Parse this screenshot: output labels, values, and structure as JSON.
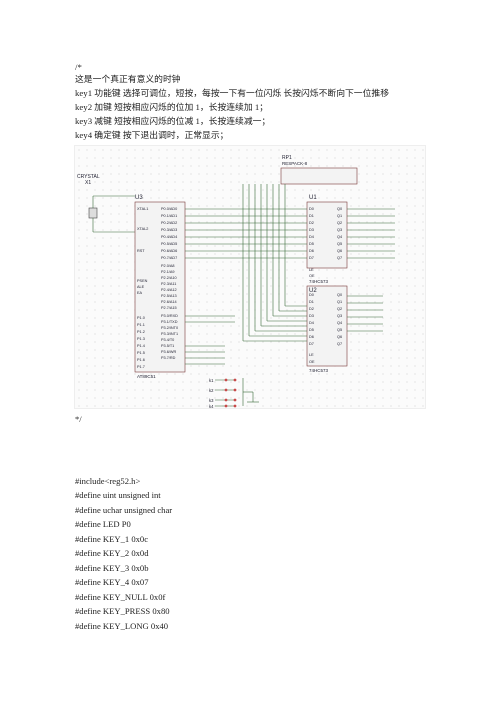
{
  "doc": {
    "comment_open": "/*",
    "intro": [
      "这是一个真正有意义的时钟",
      "key1 功能键    选择可调位，短按，每按一下有一位闪烁  长按闪烁不断向下一位推移",
      "key2  加键       短按相应闪烁的位加 1，长按连续加 1；",
      "key3  减键       短按相应闪烁的位减 1，长按连续减一；",
      "key4  确定键    按下退出调时，正常显示；"
    ],
    "comment_close": "*/",
    "code": [
      "#include<reg52.h>",
      "#define uint unsigned int",
      "#define uchar unsigned char",
      "#define LED P0",
      "#define KEY_1 0x0c",
      "#define KEY_2 0x0d",
      "#define KEY_3 0x0b",
      "#define KEY_4 0x07",
      "#define KEY_NULL 0x0f",
      "#define KEY_PRESS 0x80",
      "#define KEY_LONG 0x40"
    ]
  },
  "schematic": {
    "crystal": {
      "label": "CRYSTAL",
      "ref": "X1"
    },
    "rp": {
      "ref": "RP1",
      "label": "RESPACK-8"
    },
    "mcu": {
      "ref": "U3",
      "part": "AT89C51",
      "left_pins": [
        "XTAL1",
        "XTAL2",
        "RST",
        "PSEN",
        "ALE",
        "EA",
        "P1.0",
        "P1.1",
        "P1.2",
        "P1.3",
        "P1.4",
        "P1.5",
        "P1.6",
        "P1.7"
      ],
      "right_pins": [
        "P0.0/AD0",
        "P0.1/AD1",
        "P0.2/AD2",
        "P0.3/AD3",
        "P0.4/AD4",
        "P0.5/AD5",
        "P0.6/AD6",
        "P0.7/AD7",
        "P2.0/A8",
        "P2.1/A9",
        "P2.2/A10",
        "P2.3/A11",
        "P2.4/A12",
        "P2.5/A13",
        "P2.6/A14",
        "P2.7/A15",
        "P3.0/RXD",
        "P3.1/TXD",
        "P3.2/INT0",
        "P3.3/INT1",
        "P3.4/T0",
        "P3.5/T1",
        "P3.6/WR",
        "P3.7/RD"
      ]
    },
    "latch1": {
      "ref": "U1",
      "part": "74HC573"
    },
    "latch2": {
      "ref": "U2",
      "part": "74HC573"
    },
    "latch_inputs": [
      "D0",
      "D1",
      "D2",
      "D3",
      "D4",
      "D5",
      "D6",
      "D7"
    ],
    "latch_outputs": [
      "Q0",
      "Q1",
      "Q2",
      "Q3",
      "Q4",
      "Q5",
      "Q6",
      "Q7"
    ],
    "latch_ctrl": [
      "LE",
      "OE"
    ],
    "keys": [
      "k1",
      "k2",
      "k3",
      "k4"
    ]
  }
}
